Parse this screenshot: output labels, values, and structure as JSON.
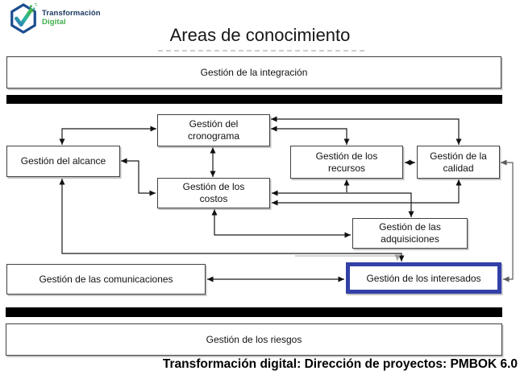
{
  "logo": {
    "brand_line1": "Transformación",
    "brand_line2": "Digital"
  },
  "title": "Areas de conocimiento",
  "boxes": {
    "integracion": "Gestión de la integración",
    "alcance": "Gestión del alcance",
    "cronograma": "Gestión del\ncronograma",
    "recursos": "Gestión de los\nrecursos",
    "calidad": "Gestión de la\ncalidad",
    "costos": "Gestión de los\ncostos",
    "adquisiciones": "Gestión de las\nadquisiciones",
    "comunicaciones": "Gestión de las comunicaciones",
    "interesados": "Gestión de los interesados",
    "riesgos": "Gestión de los riesgos"
  },
  "caption": "Transformación digital: Dirección de proyectos: PMBOK 6.0",
  "colors": {
    "highlight": "#3340a8",
    "bar": "#000000",
    "logo_navy": "#17365d",
    "logo_green": "#3fae49",
    "logo_hexagon": "#1c4d8f"
  }
}
